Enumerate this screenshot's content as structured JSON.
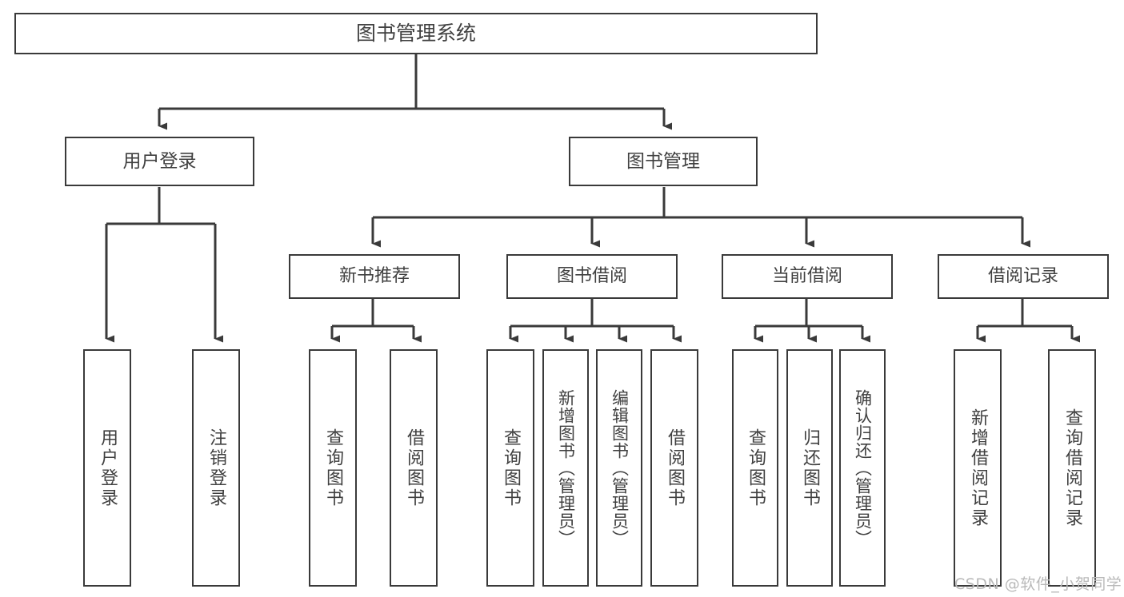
{
  "diagram": {
    "title": "图书管理系统",
    "type": "tree-hierarchy",
    "watermark": "CSDN @软件_小贺同学",
    "colors": {
      "stroke": "#3a3a3a",
      "box_fill": "#ffffff",
      "text": "#404040",
      "watermark": "#b9b9b9",
      "background": "#ffffff"
    },
    "nodes": {
      "root": {
        "label": "图书管理系统"
      },
      "level2": [
        {
          "label": "用户登录"
        },
        {
          "label": "图书管理"
        }
      ],
      "level3": [
        {
          "label": "新书推荐"
        },
        {
          "label": "图书借阅"
        },
        {
          "label": "当前借阅"
        },
        {
          "label": "借阅记录"
        }
      ],
      "leaves": {
        "user_login": [
          {
            "label": "用户登录"
          },
          {
            "label": "注销登录"
          }
        ],
        "new_book_recommend": [
          {
            "label": "查询图书"
          },
          {
            "label": "借阅图书"
          }
        ],
        "book_borrow": [
          {
            "label": "查询图书"
          },
          {
            "label": "新增图书（管理员）"
          },
          {
            "label": "编辑图书（管理员）"
          },
          {
            "label": "借阅图书"
          }
        ],
        "current_borrow": [
          {
            "label": "查询图书"
          },
          {
            "label": "归还图书"
          },
          {
            "label": "确认归还（管理员）"
          }
        ],
        "borrow_record": [
          {
            "label": "新增借阅记录"
          },
          {
            "label": "查询借阅记录"
          }
        ]
      }
    }
  }
}
